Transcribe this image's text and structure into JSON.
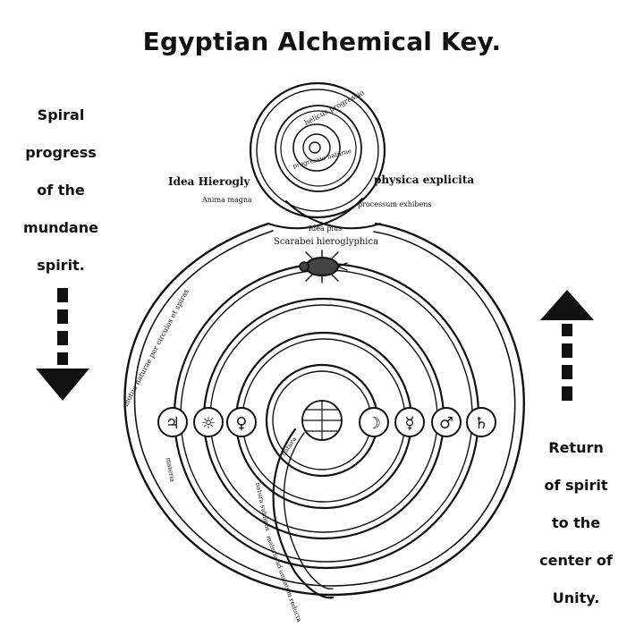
{
  "title": "Egyptian Alchemical Key.",
  "left_caption": [
    "Spiral",
    "progress",
    "of the",
    "mundane",
    "spirit."
  ],
  "right_caption": [
    "Return",
    "of spirit",
    "to the",
    "center of",
    "Unity."
  ],
  "engraving_labels": {
    "idea_hierogly": "Idea Hierogly",
    "anima_magna": "Anima magna",
    "physica_explicita": "physica explicita",
    "processum_exhibens": "processum exhibens",
    "idea_plus": "Idea plus",
    "scarabei": "Scarabei hieroglyphica",
    "spiral_inner_1": "helicus progressio",
    "spiral_inner_2": "progressio naturae",
    "outer_band_text": "motus naturae per circulos et spiras",
    "lower_text_1": "materia",
    "lower_text_2": "natura",
    "lower_text_3": "natura sublimis",
    "lower_text_4": "materia ad unitatem reducta"
  },
  "planet_symbols": [
    "♃",
    "☼",
    "♀",
    "☽",
    "☿",
    "♂",
    "♄"
  ],
  "center_symbol": "⊕",
  "arrows": {
    "left": "down",
    "right": "up"
  }
}
